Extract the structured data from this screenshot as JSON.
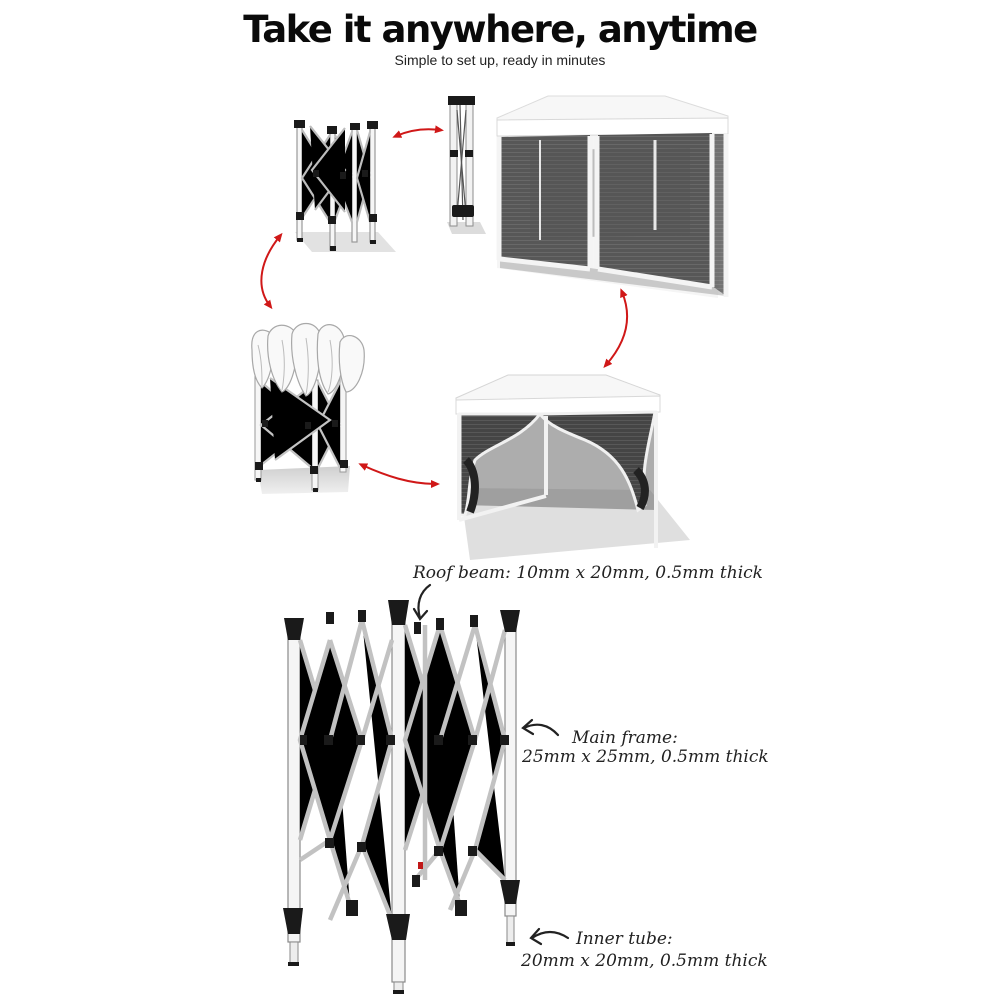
{
  "header": {
    "title": "Take it anywhere, anytime",
    "subtitle": "Simple to set up, ready in minutes"
  },
  "annotations": {
    "roof_beam": "Roof beam: 10mm x 20mm, 0.5mm thick",
    "main_frame_line1": "Main frame:",
    "main_frame_line2": "25mm x 25mm, 0.5mm thick",
    "inner_tube_line1": "Inner tube:",
    "inner_tube_line2": "20mm x 20mm, 0.5mm thick"
  },
  "colors": {
    "arrow_red": "#d01818",
    "frame_white": "#f4f4f4",
    "frame_outline": "#8a8a8a",
    "joint_black": "#1a1a1a",
    "mesh_dark": "#3a3a3a",
    "canopy_white": "#f7f7f7",
    "shadow": "#d9d9d9"
  },
  "icons": {
    "cycle_arrows": "curved-red-arrow-icon",
    "pointer_arrows": "hand-drawn-pointer-arrow-icon"
  }
}
